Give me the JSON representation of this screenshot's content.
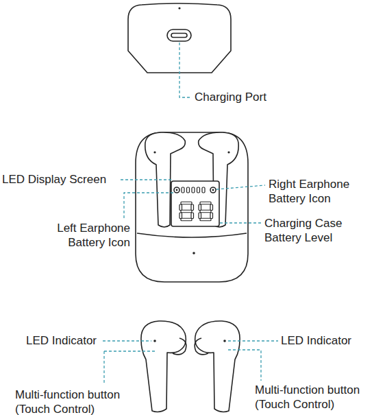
{
  "diagram": {
    "labels": [
      "Charging Port",
      "LED Display Screen",
      "Right Earphone Battery Icon",
      "Left Earphone Battery Icon",
      "Charging Case Battery Level",
      "LED Indicator",
      "LED Indicator",
      "Multi-function button (Touch Control)",
      "Multi-function button (Touch Control)"
    ]
  }
}
